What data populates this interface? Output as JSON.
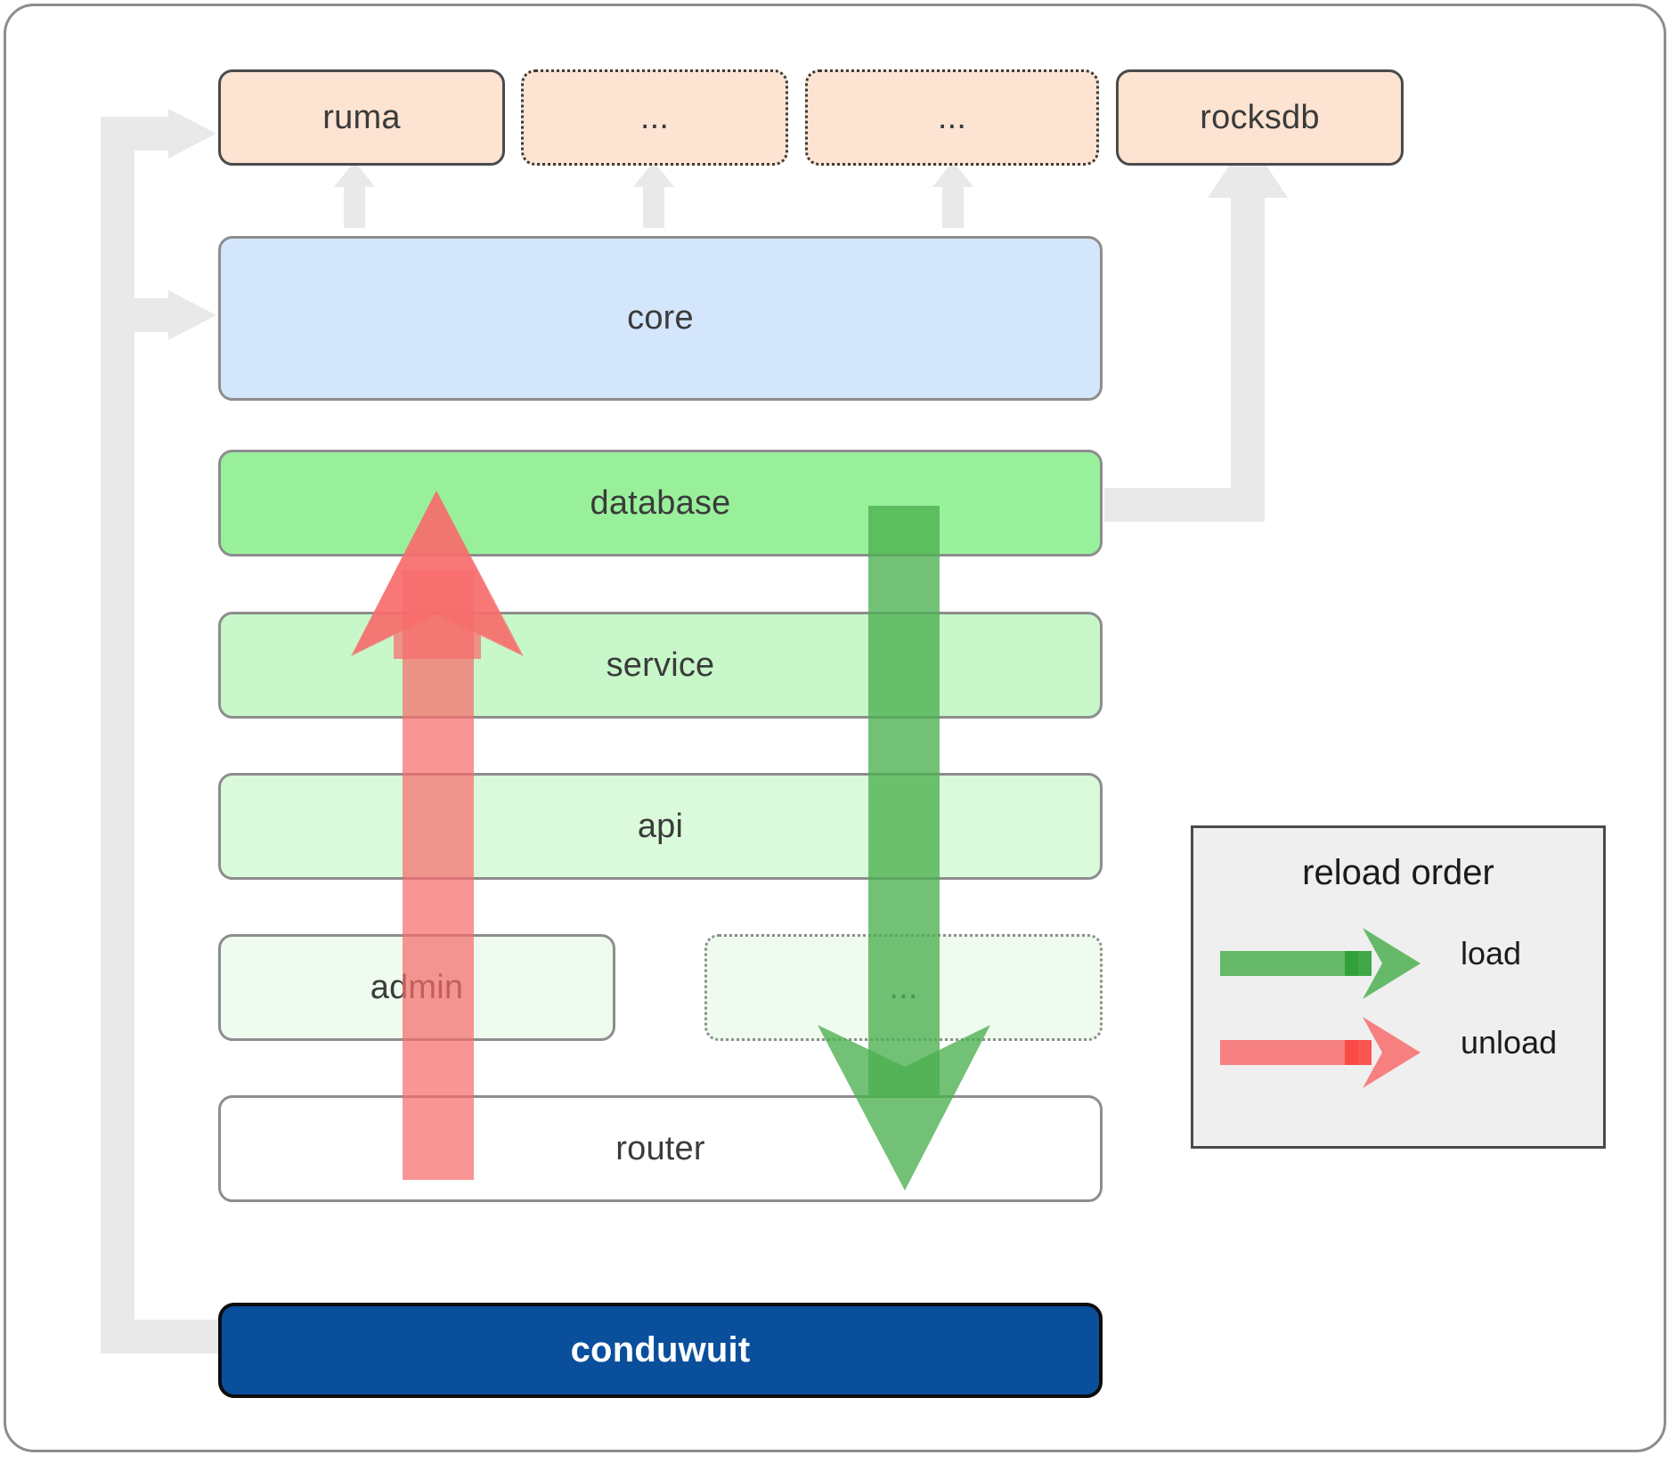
{
  "diagram": {
    "title": "conduwuit crate / module reload architecture",
    "colors": {
      "dependency_fill": "#fde3d1",
      "core_fill": "#d4e6fb",
      "binary_fill": "#0a4f9c",
      "load_arrow": "#4caf50",
      "unload_arrow": "#f76c6c",
      "flow_arrow": "#e8e8e8",
      "border": "#8d8d8d",
      "legend_bg": "#efefef"
    }
  },
  "dependencies": [
    {
      "id": "ruma",
      "label": "ruma",
      "style": "solid"
    },
    {
      "id": "dots1",
      "label": "...",
      "style": "dotted"
    },
    {
      "id": "dots2",
      "label": "...",
      "style": "dotted"
    },
    {
      "id": "rocksdb",
      "label": "rocksdb",
      "style": "solid"
    }
  ],
  "core": {
    "label": "core",
    "fill": "#d4e6fb"
  },
  "layers": [
    {
      "id": "database",
      "label": "database",
      "fill": "#99f09b",
      "style": "solid"
    },
    {
      "id": "service",
      "label": "service",
      "fill": "#c8f7c9",
      "style": "solid"
    },
    {
      "id": "api",
      "label": "api",
      "fill": "#dbfadb",
      "style": "solid"
    },
    {
      "id": "admin",
      "label": "admin",
      "fill": "#eefbee",
      "style": "solid"
    },
    {
      "id": "extra",
      "label": "...",
      "fill": "#eefbee",
      "style": "dotted"
    },
    {
      "id": "router",
      "label": "router",
      "fill": "#ffffff",
      "style": "solid"
    }
  ],
  "binary": {
    "label": "conduwuit"
  },
  "legend": {
    "title": "reload order",
    "items": [
      {
        "id": "load",
        "label": "load",
        "color": "#4caf50"
      },
      {
        "id": "unload",
        "label": "unload",
        "color": "#f76c6c"
      }
    ]
  }
}
